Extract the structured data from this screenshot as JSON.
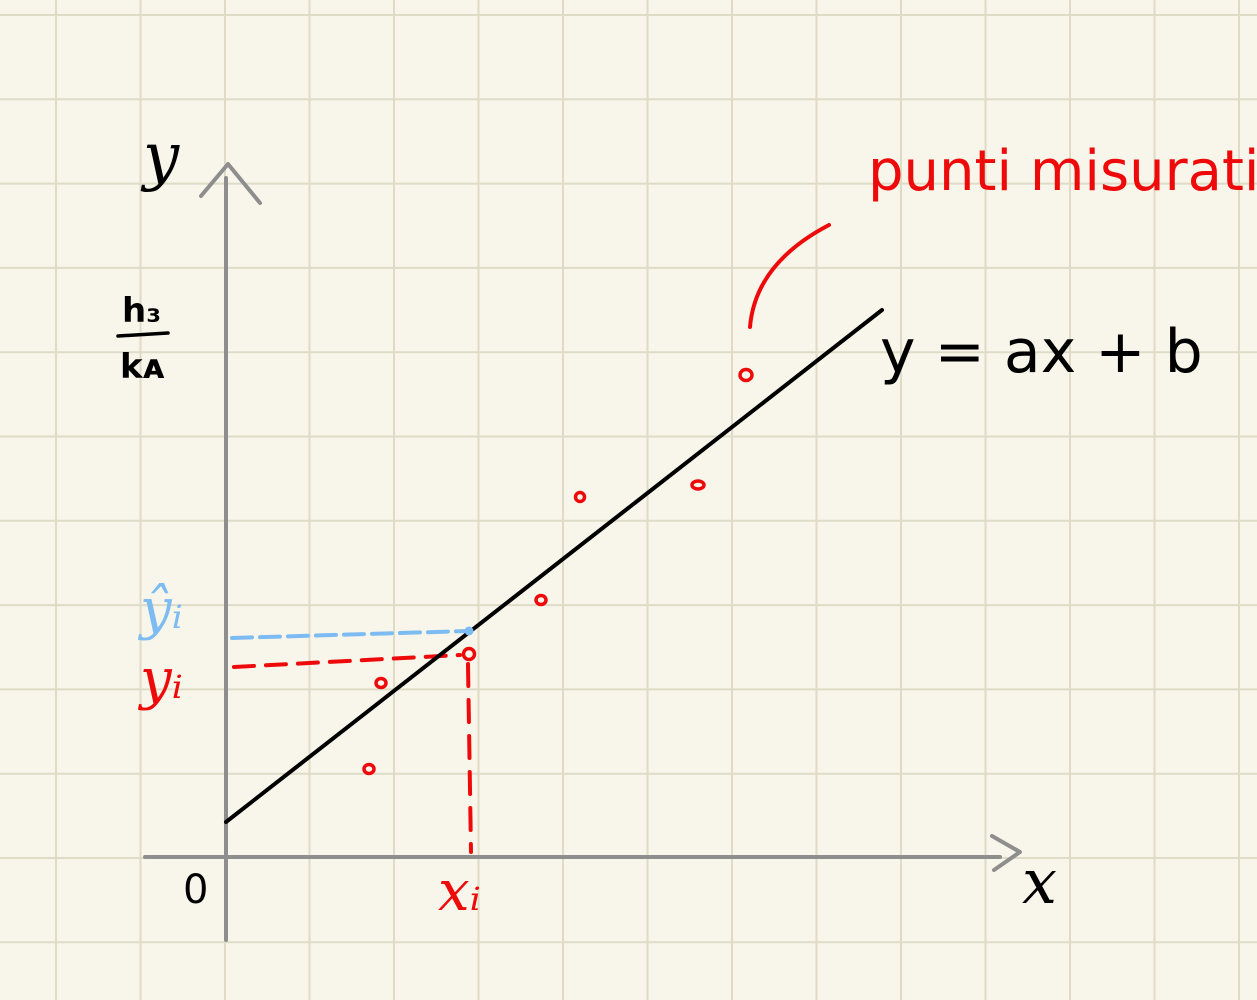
{
  "colors": {
    "paper": "#f8f6ea",
    "grid": "#dedbc7",
    "axis": "#8e8e8e",
    "line": "#000000",
    "measured": "#ee0a0a",
    "estimate": "#7dbcf2"
  },
  "labels": {
    "y_axis": "y",
    "x_axis": "x",
    "origin": "0",
    "fraction_top": "h₃",
    "fraction_bottom": "kᴀ",
    "measured_points": "punti misurati",
    "equation": "y = ax + b",
    "y_hat": "ŷᵢ",
    "y_i": "yᵢ",
    "x_i": "xᵢ"
  }
}
